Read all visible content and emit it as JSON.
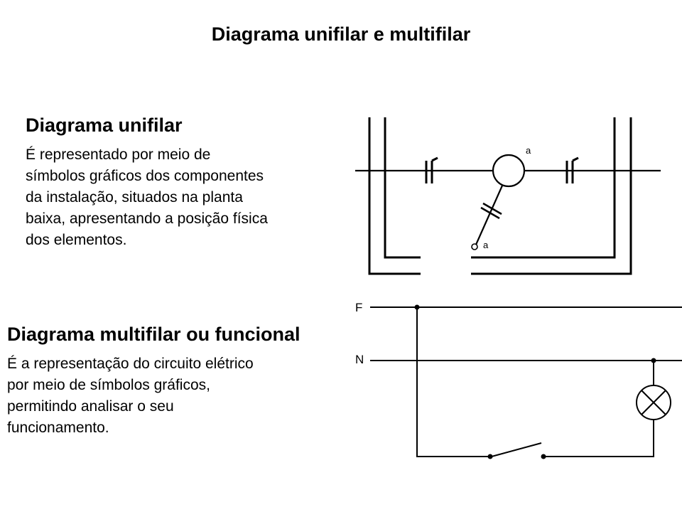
{
  "title": "Diagrama unifilar e multifilar",
  "unifilar": {
    "heading": "Diagrama unifilar",
    "text": "É representado por meio de\nsímbolos gráficos dos componentes\nda instalação, situados na planta\nbaixa, apresentando a posição física\ndos elementos.",
    "diagram": {
      "lamp_label": "a",
      "switch_label": "a"
    }
  },
  "multifilar": {
    "heading": "Diagrama multifilar ou funcional",
    "text": "É a representação do circuito elétrico\npor meio de símbolos gráficos,\npermitindo analisar o seu\nfuncionamento.",
    "diagram": {
      "phase_label": "F",
      "neutral_label": "N"
    }
  }
}
